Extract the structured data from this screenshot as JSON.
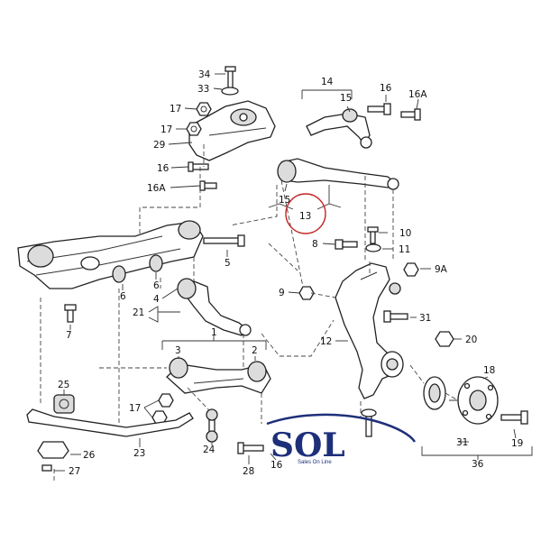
{
  "callouts": [
    {
      "id": "c34",
      "text": "34"
    },
    {
      "id": "c33",
      "text": "33"
    },
    {
      "id": "c17a",
      "text": "17"
    },
    {
      "id": "c17b",
      "text": "17"
    },
    {
      "id": "c29",
      "text": "29"
    },
    {
      "id": "c16a",
      "text": "16"
    },
    {
      "id": "c16Aa",
      "text": "16A"
    },
    {
      "id": "c14",
      "text": "14"
    },
    {
      "id": "c15a",
      "text": "15"
    },
    {
      "id": "c16b",
      "text": "16"
    },
    {
      "id": "c16Ab",
      "text": "16A"
    },
    {
      "id": "c15b",
      "text": "15"
    },
    {
      "id": "c13",
      "text": "13"
    },
    {
      "id": "c10",
      "text": "10"
    },
    {
      "id": "c8",
      "text": "8"
    },
    {
      "id": "c11",
      "text": "11"
    },
    {
      "id": "c5",
      "text": "5"
    },
    {
      "id": "c9A",
      "text": "9A"
    },
    {
      "id": "c6a",
      "text": "6"
    },
    {
      "id": "c6b",
      "text": "6"
    },
    {
      "id": "c9",
      "text": "9"
    },
    {
      "id": "c4",
      "text": "4"
    },
    {
      "id": "c21",
      "text": "21"
    },
    {
      "id": "c7",
      "text": "7"
    },
    {
      "id": "c31a",
      "text": "31"
    },
    {
      "id": "c12",
      "text": "12"
    },
    {
      "id": "c20",
      "text": "20"
    },
    {
      "id": "c1",
      "text": "1"
    },
    {
      "id": "c3",
      "text": "3"
    },
    {
      "id": "c2",
      "text": "2"
    },
    {
      "id": "c18",
      "text": "18"
    },
    {
      "id": "c25",
      "text": "25"
    },
    {
      "id": "c17c",
      "text": "17"
    },
    {
      "id": "c24",
      "text": "24"
    },
    {
      "id": "c23",
      "text": "23"
    },
    {
      "id": "c26",
      "text": "26"
    },
    {
      "id": "c28",
      "text": "28"
    },
    {
      "id": "c16c",
      "text": "16"
    },
    {
      "id": "c31b",
      "text": "31"
    },
    {
      "id": "c19",
      "text": "19"
    },
    {
      "id": "c36",
      "text": "36"
    },
    {
      "id": "c27",
      "text": "27"
    }
  ],
  "logo": {
    "text": "SOL",
    "subtitle": "Sales On Line",
    "color": "#1e2f7a",
    "swoosh_color": "#1e2f7a"
  },
  "highlight": {
    "target": "13",
    "color": "#c62828"
  }
}
